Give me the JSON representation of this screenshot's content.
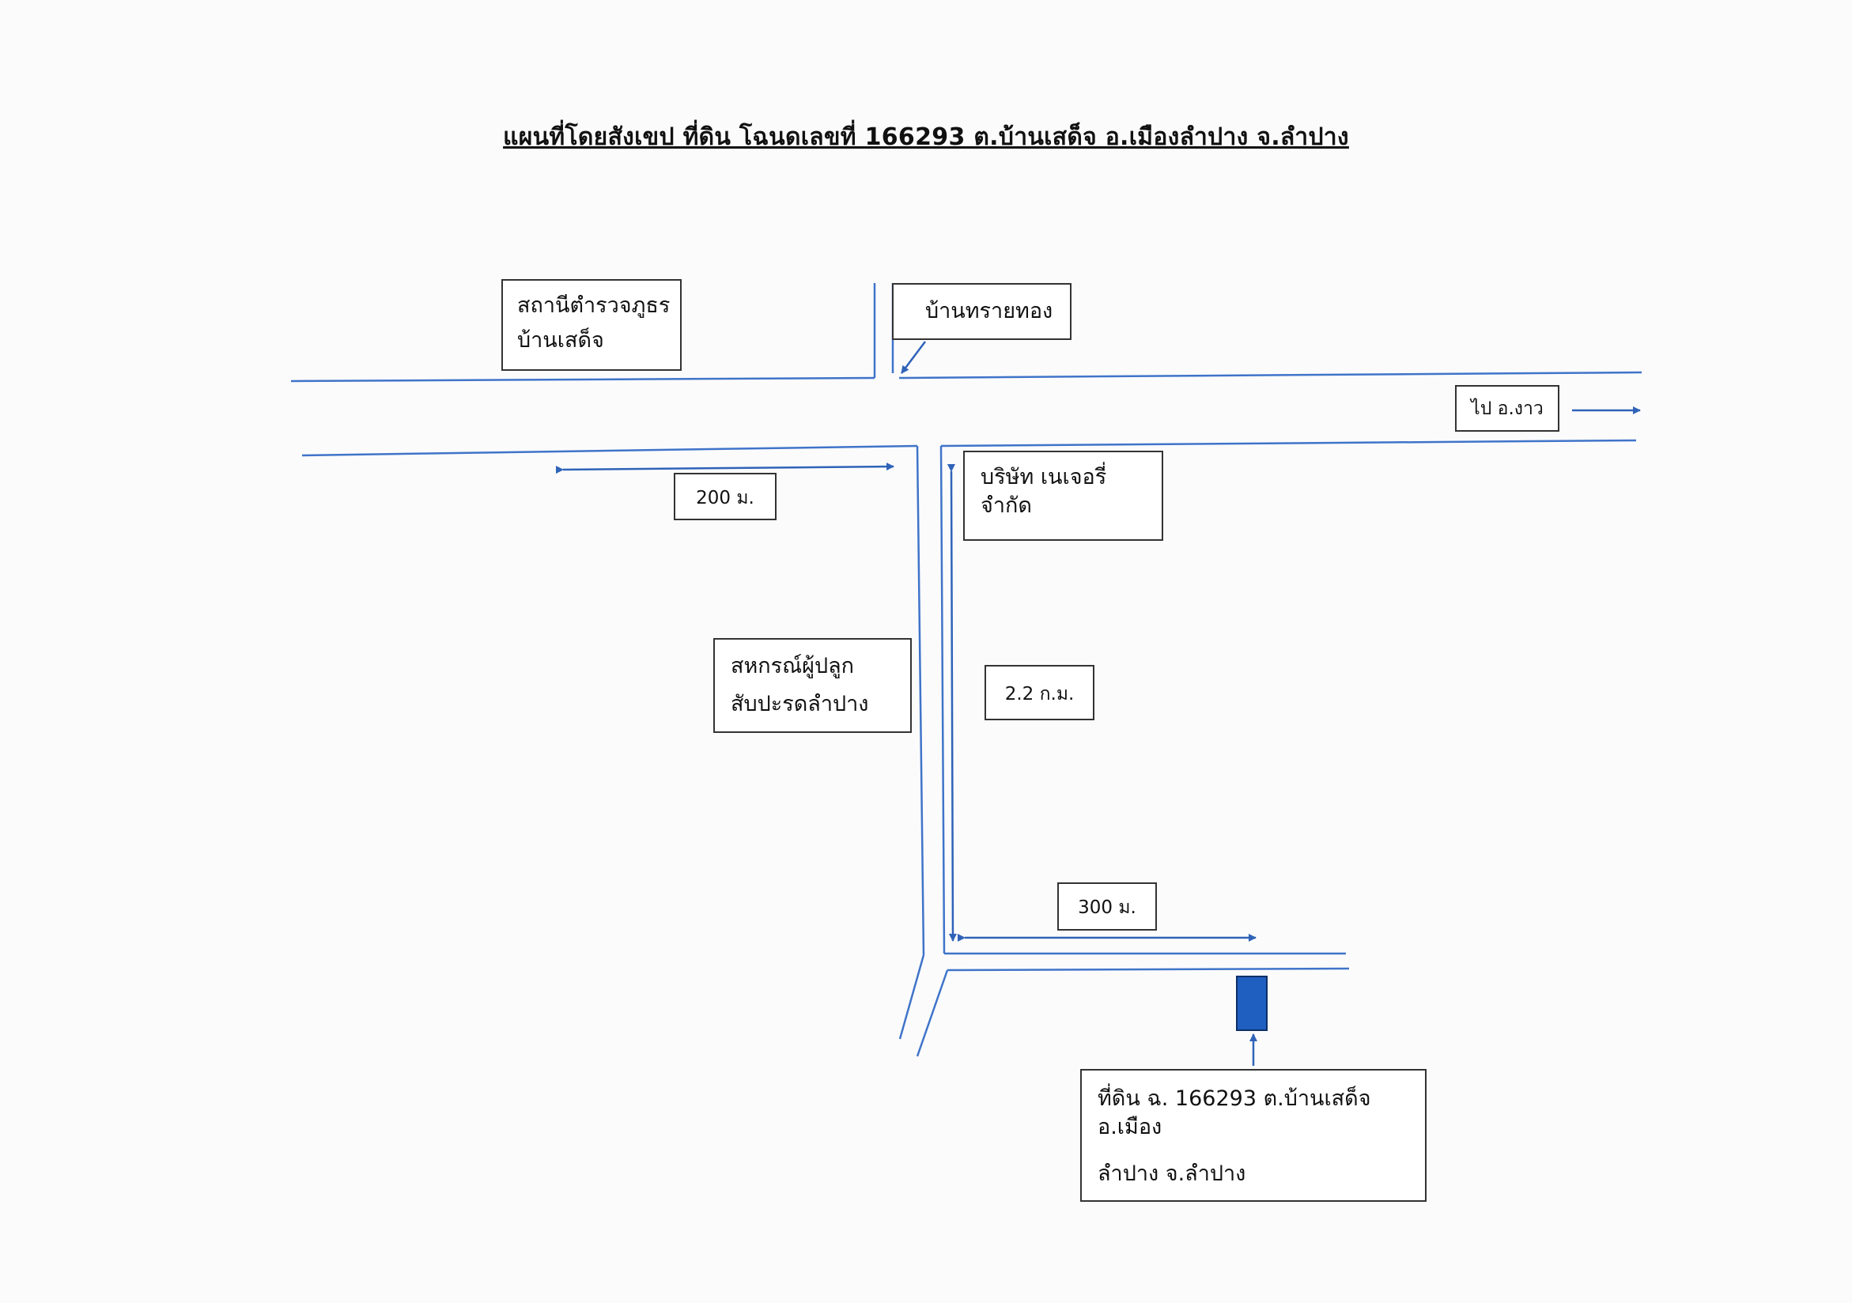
{
  "title": "แผนที่โดยสังเขป ที่ดิน โฉนดเลขที่ 166293 ต.บ้านเสด็จ อ.เมืองลำปาง จ.ลำปาง",
  "labels": {
    "police_station_line1": "สถานีตำรวจภูธร",
    "police_station_line2": "บ้านเสด็จ",
    "ban_sai_thong": "บ้านทรายทอง",
    "to_ngao": "ไป อ.งาว",
    "company": "บริษัท เนเจอรี่ จำกัด",
    "cooperative_line1": "สหกรณ์ผู้ปลูก",
    "cooperative_line2": "สับปะรดลำปาง",
    "land_line1": "ที่ดิน ฉ. 166293 ต.บ้านเสด็จ อ.เมือง",
    "land_line2": "ลำปาง จ.ลำปาง"
  },
  "distances": {
    "d200": "200 ม.",
    "d22": "2.2 ก.ม.",
    "d300": "300 ม."
  },
  "colors": {
    "road": "#3f74c9",
    "arrow": "#2f63b8",
    "plot": "#1f5fbf",
    "box_border": "#333333"
  }
}
